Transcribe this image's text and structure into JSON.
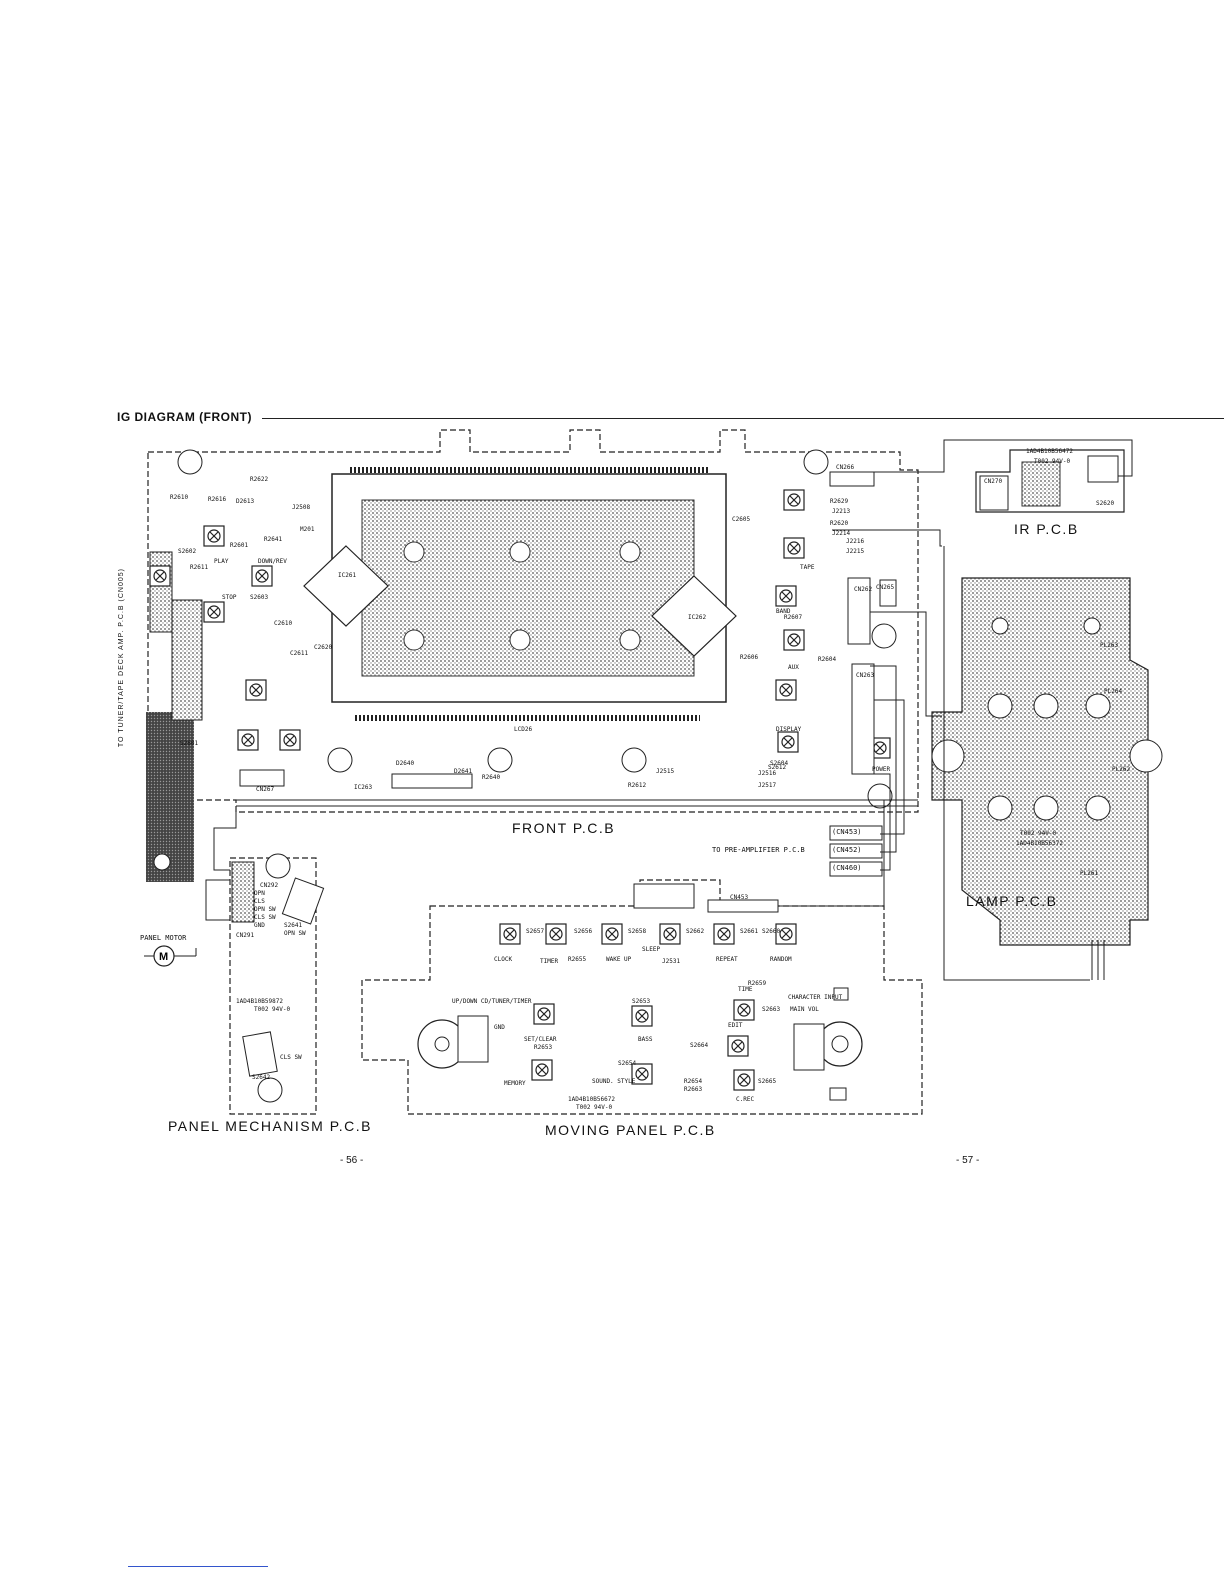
{
  "heading": "IG DIAGRAM (FRONT)",
  "boards": {
    "front": "FRONT P.C.B",
    "ir": "IR P.C.B",
    "lamp": "LAMP P.C.B",
    "panel_mechanism": "PANEL MECHANISM P.C.B",
    "moving_panel": "MOVING PANEL P.C.B"
  },
  "side_label": "TO TUNER/TAPE DECK AMP. P.C.B (CN005)",
  "pre_amp_label": "TO PRE-AMPLIFIER P.C.B",
  "connectors": [
    "(CN453)",
    "(CN452)",
    "(CN460)"
  ],
  "page_numbers": [
    "- 56 -",
    "- 57 -"
  ],
  "panel_motor_label": "PANEL MOTOR",
  "ic_labels": [
    "IC261",
    "IC262",
    "IC263",
    "LCD26"
  ],
  "front_labels": [
    "R2622",
    "R2610",
    "R2616",
    "D2613",
    "J2508",
    "M201",
    "R2641",
    "S2602",
    "R2611",
    "S2603",
    "C2610",
    "C2611",
    "C2620",
    "R2601",
    "PLAY",
    "STOP",
    "DOWN/REV",
    "D2640",
    "D2641",
    "R2640",
    "R2612",
    "J2515",
    "J2516",
    "J2517",
    "CN267",
    "R2604",
    "R2606",
    "R2607",
    "J2213",
    "J2214",
    "J2215",
    "J2216",
    "C2605",
    "S2601",
    "S2604",
    "S2612",
    "POWER",
    "DISPLAY",
    "AUX",
    "TAPE",
    "BAND",
    "CN262",
    "CN263",
    "CN265",
    "CN266",
    "R2620",
    "R2629"
  ],
  "ir_labels": [
    "CN270",
    "1AD4B10B56472",
    "T002 94V-0",
    "S2620"
  ],
  "lamp_labels": [
    "PL263",
    "PL264",
    "PL262",
    "PL261",
    "T002 94V-0",
    "1AD4B10B56372"
  ],
  "panel_mech_labels": [
    "CN292",
    "CN291",
    "OPN",
    "CLS",
    "OPN SW",
    "CLS SW",
    "GND",
    "S2641",
    "OPN SW",
    "1AD4B10B59872",
    "T002 94V-0",
    "S2642",
    "CLS SW"
  ],
  "moving_panel_buttons": [
    "CLOCK",
    "TIMER",
    "WAKE UP",
    "SLEEP",
    "REPEAT",
    "RANDOM",
    "TIME",
    "CHARACTER INPUT",
    "MAIN VOL",
    "EDIT",
    "SET/CLEAR",
    "BASS",
    "MEMORY",
    "SOUND. STYLE",
    "C.REC",
    "UP/DOWN CD/TUNER/TIMER",
    "GND"
  ],
  "moving_panel_labels": [
    "CN453",
    "S2657",
    "S2656",
    "S2658",
    "S2662",
    "S2661",
    "S2660",
    "R2655",
    "J2531",
    "R2659",
    "S2653",
    "S2663",
    "S2664",
    "S2665",
    "S2654",
    "R2653",
    "R2654",
    "R2663",
    "1AD4B10B56672",
    "T002 94V-0"
  ]
}
